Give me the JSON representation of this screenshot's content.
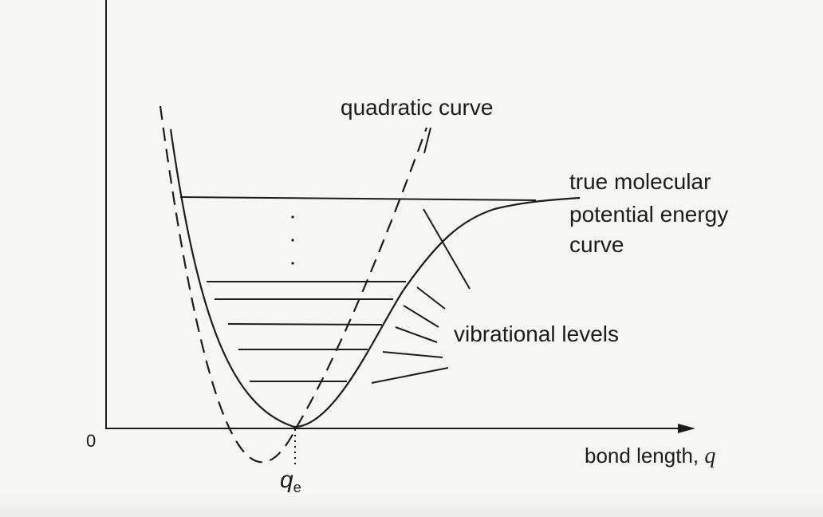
{
  "diagram": {
    "label_quadratic": "quadratic curve",
    "label_true_curve": [
      "true molecular",
      "potential energy",
      "curve"
    ],
    "label_vibrational": "vibrational levels",
    "origin_label": "0",
    "x_axis_label": "bond length, ",
    "x_axis_symbol": "q",
    "qe_symbol": "q",
    "qe_subscript": "e"
  },
  "colors": {
    "ink": "#1c1c1c",
    "paper": "#f6f6f4"
  }
}
